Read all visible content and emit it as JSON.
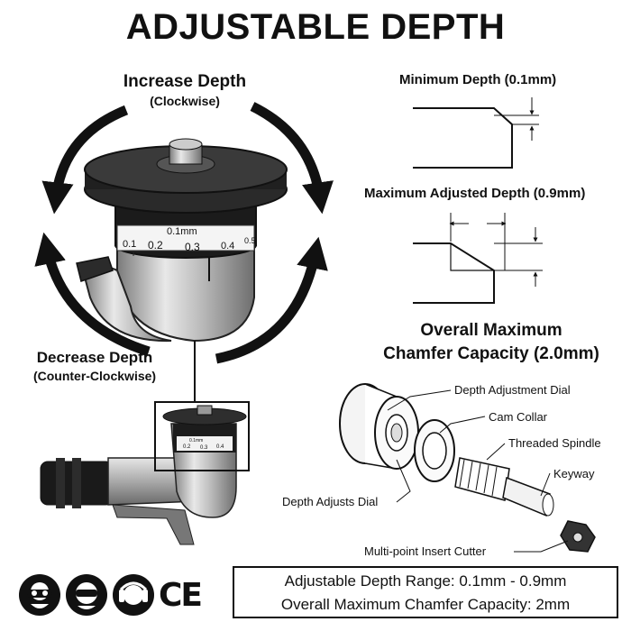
{
  "title": "ADJUSTABLE DEPTH",
  "increase": {
    "label": "Increase Depth",
    "sub": "(Clockwise)"
  },
  "decrease": {
    "label": "Decrease Depth",
    "sub": "(Counter-Clockwise)"
  },
  "min_depth": "Minimum Depth (0.1mm)",
  "max_depth": "Maximum Adjusted Depth (0.9mm)",
  "chamfer": {
    "line1": "Overall Maximum",
    "line2": "Chamfer Capacity (2.0mm)"
  },
  "dial": {
    "unit": "0.1mm",
    "ticks": [
      "0.1",
      "0.2",
      "0.3",
      "0.4",
      "0.5"
    ]
  },
  "small_dial": {
    "unit": "0.1mm",
    "ticks": [
      "0.2",
      "0.3",
      "0.4"
    ]
  },
  "parts": {
    "depth_dial": "Depth Adjustment Dial",
    "cam_collar": "Cam Collar",
    "spindle": "Threaded Spindle",
    "keyway": "Keyway",
    "adjusts": "Depth Adjusts Dial",
    "cutter": "Multi-point Insert Cutter"
  },
  "spec": {
    "line1": "Adjustable Depth Range: 0.1mm - 0.9mm",
    "line2": "Overall Maximum Chamfer Capacity: 2mm"
  },
  "icons": [
    "safety-goggles-icon",
    "face-shield-icon",
    "ear-protection-icon",
    "ce-mark-icon"
  ],
  "ce_text": "CE"
}
